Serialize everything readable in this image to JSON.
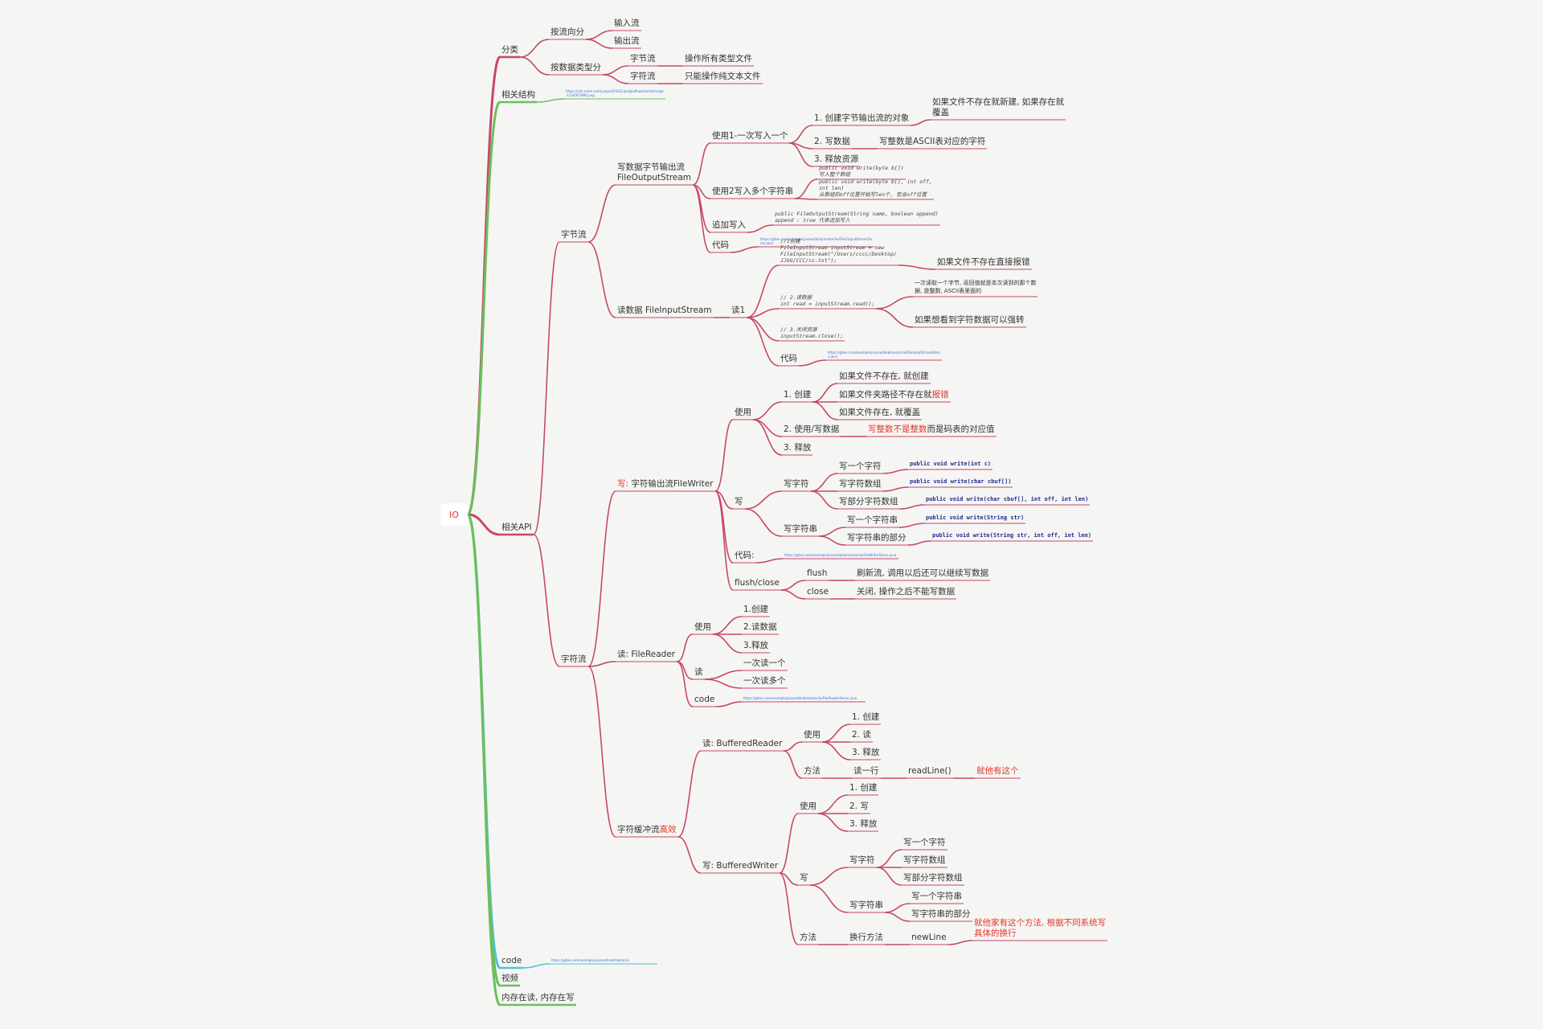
{
  "theme": {
    "background": "#f5f6f3",
    "branch_pink": "#c8466a",
    "branch_green": "#6bbf5e",
    "branch_cyan": "#4cc3dd",
    "highlight": "#e0362b",
    "api_blue": "#1d2a8f",
    "link_blue": "#3b6fe0"
  },
  "mindmap": {
    "root": {
      "label": "IO"
    },
    "nodes": [
      {
        "id": "fenlei",
        "parent": "root",
        "text": "分类"
      },
      {
        "id": "liuxiang",
        "parent": "fenlei",
        "text": "按流向分"
      },
      {
        "id": "shuru",
        "parent": "liuxiang",
        "text": "输入流"
      },
      {
        "id": "shuchu",
        "parent": "liuxiang",
        "text": "输出流"
      },
      {
        "id": "leixing",
        "parent": "fenlei",
        "text": "按数据类型分"
      },
      {
        "id": "zj1",
        "parent": "leixing",
        "text": "字节流"
      },
      {
        "id": "zj1a",
        "parent": "zj1",
        "text": "操作所有类型文件"
      },
      {
        "id": "zf1",
        "parent": "leixing",
        "text": "字符流"
      },
      {
        "id": "zf1a",
        "parent": "zf1",
        "text": "只能操作纯文本文件"
      },
      {
        "id": "jiegou",
        "parent": "root",
        "text": "相关结构"
      },
      {
        "id": "jiegou_link",
        "parent": "jiegou",
        "text": "https://cdn.nlark.com/yuque/0/2021/png/ioflowchart/ioimage-1234567890.png"
      },
      {
        "id": "api",
        "parent": "root",
        "text": "相关API"
      },
      {
        "id": "zjl",
        "parent": "api",
        "text": "字节流"
      },
      {
        "id": "fos",
        "parent": "zjl",
        "text": "写数据字节输出流\nFileOutputStream"
      },
      {
        "id": "fos_u1",
        "parent": "fos",
        "text": "使用1-一次写入一个"
      },
      {
        "id": "fos_u1_1",
        "parent": "fos_u1",
        "text": "1. 创建字节输出流的对象"
      },
      {
        "id": "fos_u1_1a",
        "parent": "fos_u1_1",
        "text": "如果文件不存在就新建, 如果存在就\n覆盖"
      },
      {
        "id": "fos_u1_2",
        "parent": "fos_u1",
        "text": "2. 写数据"
      },
      {
        "id": "fos_u1_2a",
        "parent": "fos_u1_2",
        "text": "写整数是ASCII表对应的字符"
      },
      {
        "id": "fos_u1_3",
        "parent": "fos_u1",
        "text": "3. 释放资源"
      },
      {
        "id": "fos_u2",
        "parent": "fos",
        "text": "使用2写入多个字符串"
      },
      {
        "id": "fos_u2_1",
        "parent": "fos_u2",
        "text": "public void write(byte b[])\n写入整个数组"
      },
      {
        "id": "fos_u2_2",
        "parent": "fos_u2",
        "text": "public void write(byte b[], int off,\nint len)\n从数组的off位置开始写len个, 包含off位置"
      },
      {
        "id": "fos_app",
        "parent": "fos",
        "text": "追加写入"
      },
      {
        "id": "fos_app_1",
        "parent": "fos_app",
        "text": "public FileOutputStream(String name, boolean append)\nappend :  true 代表追加写入"
      },
      {
        "id": "fos_code",
        "parent": "fos",
        "text": "代码"
      },
      {
        "id": "fos_code_1",
        "parent": "fos_code",
        "text": "https://gitee.com/example/javase/blob/master/io/FileOutputStreamDemo.java"
      },
      {
        "id": "fis",
        "parent": "zjl",
        "text": "读数据 FileInputStream"
      },
      {
        "id": "fis_r1",
        "parent": "fis",
        "text": "读1"
      },
      {
        "id": "fis_c1",
        "parent": "fis_r1",
        "text": "//1创建\nFileInputStream inputStream = new\nFileInputStream(\"/Users/cccc/Desktop/\nJJGG/CCC/cc.txt\");"
      },
      {
        "id": "fis_c1a",
        "parent": "fis_c1",
        "text": "如果文件不存在直接报错"
      },
      {
        "id": "fis_c2",
        "parent": "fis_r1",
        "text": "// 2.读数据\nint read = inputStream.read();"
      },
      {
        "id": "fis_c2a",
        "parent": "fis_c2",
        "text": "一次读取一个字节, 返回值就是本次读到的那个数\n据, 是整数, ASCII表里面的"
      },
      {
        "id": "fis_c2b",
        "parent": "fis_c2",
        "text": "如果想看到字符数据可以强转"
      },
      {
        "id": "fis_c3",
        "parent": "fis_r1",
        "text": "// 3.关闭资源\ninputStream.close();"
      },
      {
        "id": "fis_code",
        "parent": "fis_r1",
        "text": "代码"
      },
      {
        "id": "fis_code_1",
        "parent": "fis_code",
        "text": "https://gitee.com/example/javase/blob/master/io/FileInputStreamDemo.java"
      },
      {
        "id": "zfl",
        "parent": "api",
        "text": "字符流"
      },
      {
        "id": "fw",
        "parent": "zfl",
        "text": "写: 字符输出流FileWriter"
      },
      {
        "id": "fw_use",
        "parent": "fw",
        "text": "使用"
      },
      {
        "id": "fw_use1",
        "parent": "fw_use",
        "text": "1. 创建"
      },
      {
        "id": "fw_use1a",
        "parent": "fw_use1",
        "text": "如果文件不存在, 就创建"
      },
      {
        "id": "fw_use1b",
        "parent": "fw_use1",
        "text": "如果文件夹路径不存在就报错"
      },
      {
        "id": "fw_use1c",
        "parent": "fw_use1",
        "text": "如果文件存在, 就覆盖"
      },
      {
        "id": "fw_use2",
        "parent": "fw_use",
        "text": "2. 使用/写数据"
      },
      {
        "id": "fw_use2a",
        "parent": "fw_use2",
        "text": "写整数不是整数而是码表的对应值"
      },
      {
        "id": "fw_use3",
        "parent": "fw_use",
        "text": "3. 释放"
      },
      {
        "id": "fw_w",
        "parent": "fw",
        "text": "写"
      },
      {
        "id": "fw_wc",
        "parent": "fw_w",
        "text": "写字符"
      },
      {
        "id": "fw_wc1",
        "parent": "fw_wc",
        "text": "写一个字符"
      },
      {
        "id": "fw_wc1a",
        "parent": "fw_wc1",
        "text": "public void write(int c)"
      },
      {
        "id": "fw_wc2",
        "parent": "fw_wc",
        "text": "写字符数组"
      },
      {
        "id": "fw_wc2a",
        "parent": "fw_wc2",
        "text": "public void write(char cbuf[])"
      },
      {
        "id": "fw_wc3",
        "parent": "fw_wc",
        "text": "写部分字符数组"
      },
      {
        "id": "fw_wc3a",
        "parent": "fw_wc3",
        "text": "public void write(char cbuf[], int off, int len)"
      },
      {
        "id": "fw_ws",
        "parent": "fw_w",
        "text": "写字符串"
      },
      {
        "id": "fw_ws1",
        "parent": "fw_ws",
        "text": "写一个字符串"
      },
      {
        "id": "fw_ws1a",
        "parent": "fw_ws1",
        "text": "public void write(String str)"
      },
      {
        "id": "fw_ws2",
        "parent": "fw_ws",
        "text": "写字符串的部分"
      },
      {
        "id": "fw_ws2a",
        "parent": "fw_ws2",
        "text": "public void write(String str, int off, int len)"
      },
      {
        "id": "fw_code",
        "parent": "fw",
        "text": "代码:"
      },
      {
        "id": "fw_code_1",
        "parent": "fw_code",
        "text": "https://gitee.com/example/javase/blob/master/io/FileWriterDemo.java"
      },
      {
        "id": "fw_fc",
        "parent": "fw",
        "text": "flush/close"
      },
      {
        "id": "fw_flush",
        "parent": "fw_fc",
        "text": "flush"
      },
      {
        "id": "fw_flush_a",
        "parent": "fw_flush",
        "text": "刷新流, 调用以后还可以继续写数据"
      },
      {
        "id": "fw_close",
        "parent": "fw_fc",
        "text": "close"
      },
      {
        "id": "fw_close_a",
        "parent": "fw_close",
        "text": "关闭, 操作之后不能写数据"
      },
      {
        "id": "fr",
        "parent": "zfl",
        "text": "读: FileReader"
      },
      {
        "id": "fr_use",
        "parent": "fr",
        "text": "使用"
      },
      {
        "id": "fr_use1",
        "parent": "fr_use",
        "text": "1.创建"
      },
      {
        "id": "fr_use2",
        "parent": "fr_use",
        "text": "2.读数据"
      },
      {
        "id": "fr_use3",
        "parent": "fr_use",
        "text": "3.释放"
      },
      {
        "id": "fr_read",
        "parent": "fr",
        "text": "读"
      },
      {
        "id": "fr_read1",
        "parent": "fr_read",
        "text": "一次读一个"
      },
      {
        "id": "fr_read2",
        "parent": "fr_read",
        "text": "一次读多个"
      },
      {
        "id": "fr_code",
        "parent": "fr",
        "text": "code"
      },
      {
        "id": "fr_code_1",
        "parent": "fr_code",
        "text": "https://gitee.com/example/javase/blob/master/io/FileReaderDemo.java"
      },
      {
        "id": "buf",
        "parent": "zfl",
        "text": "字符缓冲流高效"
      },
      {
        "id": "br",
        "parent": "buf",
        "text": "读: BufferedReader"
      },
      {
        "id": "br_use",
        "parent": "br",
        "text": "使用"
      },
      {
        "id": "br_use1",
        "parent": "br_use",
        "text": "1. 创建"
      },
      {
        "id": "br_use2",
        "parent": "br_use",
        "text": "2. 读"
      },
      {
        "id": "br_use3",
        "parent": "br_use",
        "text": "3. 释放"
      },
      {
        "id": "br_m",
        "parent": "br",
        "text": "方法"
      },
      {
        "id": "br_m1",
        "parent": "br_m",
        "text": "读一行"
      },
      {
        "id": "br_m1a",
        "parent": "br_m1",
        "text": "readLine()"
      },
      {
        "id": "br_m1b",
        "parent": "br_m1a",
        "text": "就他有这个"
      },
      {
        "id": "bw",
        "parent": "buf",
        "text": "写: BufferedWriter"
      },
      {
        "id": "bw_use",
        "parent": "bw",
        "text": "使用"
      },
      {
        "id": "bw_use1",
        "parent": "bw_use",
        "text": "1. 创建"
      },
      {
        "id": "bw_use2",
        "parent": "bw_use",
        "text": "2. 写"
      },
      {
        "id": "bw_use3",
        "parent": "bw_use",
        "text": "3. 释放"
      },
      {
        "id": "bw_w",
        "parent": "bw",
        "text": "写"
      },
      {
        "id": "bw_wc",
        "parent": "bw_w",
        "text": "写字符"
      },
      {
        "id": "bw_wc1",
        "parent": "bw_wc",
        "text": "写一个字符"
      },
      {
        "id": "bw_wc2",
        "parent": "bw_wc",
        "text": "写字符数组"
      },
      {
        "id": "bw_wc3",
        "parent": "bw_wc",
        "text": "写部分字符数组"
      },
      {
        "id": "bw_ws",
        "parent": "bw_w",
        "text": "写字符串"
      },
      {
        "id": "bw_ws1",
        "parent": "bw_ws",
        "text": "写一个字符串"
      },
      {
        "id": "bw_ws2",
        "parent": "bw_ws",
        "text": "写字符串的部分"
      },
      {
        "id": "bw_m",
        "parent": "bw",
        "text": "方法"
      },
      {
        "id": "bw_m1",
        "parent": "bw_m",
        "text": "换行方法"
      },
      {
        "id": "bw_m1a",
        "parent": "bw_m1",
        "text": "newLine"
      },
      {
        "id": "bw_m1b",
        "parent": "bw_m1a",
        "text": "就他家有这个方法, 根据不同系统写\n具体的换行"
      },
      {
        "id": "code",
        "parent": "root",
        "text": "code"
      },
      {
        "id": "code_link",
        "parent": "code",
        "text": "https://gitee.com/example/javase/tree/master/io"
      },
      {
        "id": "video",
        "parent": "root",
        "text": "视频"
      },
      {
        "id": "mem",
        "parent": "root",
        "text": "内存在读, 内存在写"
      }
    ]
  }
}
